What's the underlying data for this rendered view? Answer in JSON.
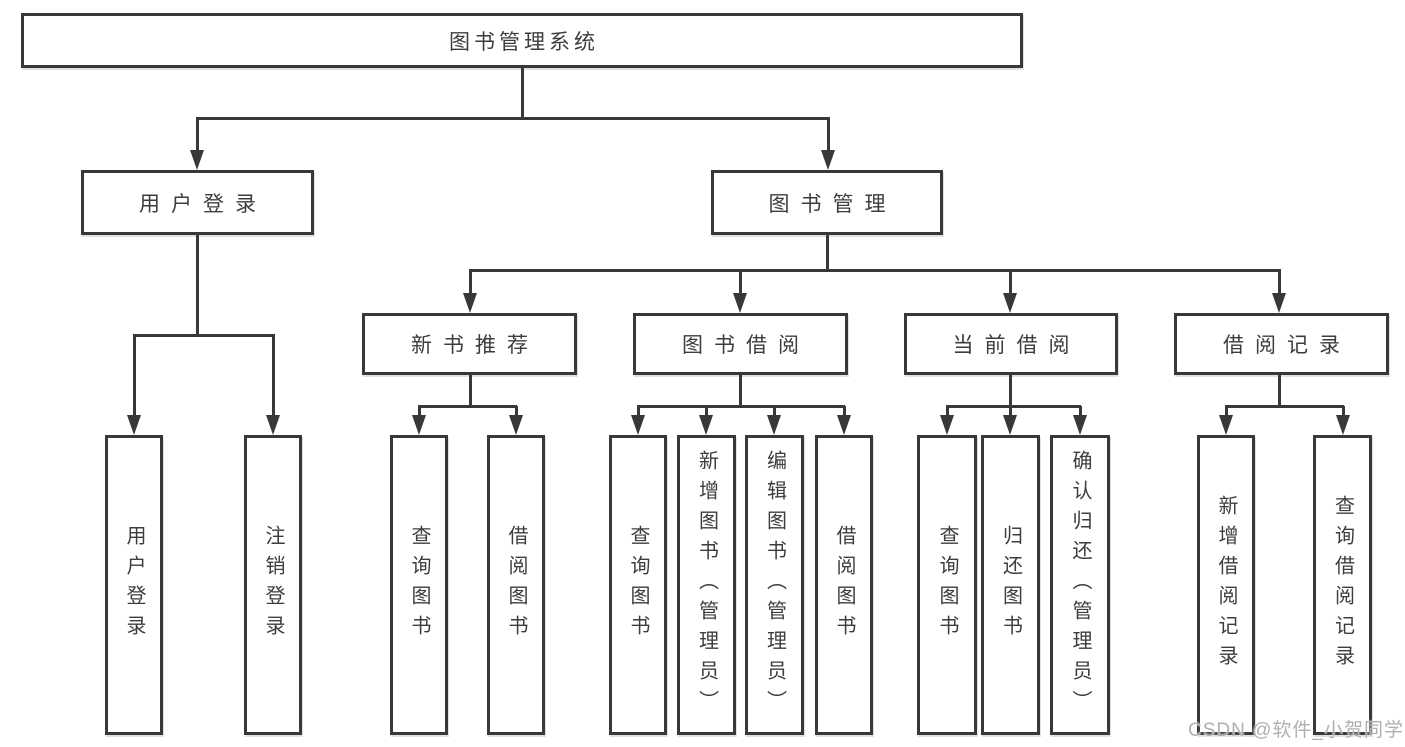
{
  "colors": {
    "stroke": "#383838",
    "text": "#3d3d3d",
    "box_fill": "#ffffff",
    "watermark": "#b0b0b0"
  },
  "diagram": {
    "root": {
      "label": "图书管理系统"
    },
    "level2": [
      {
        "label": "用户登录"
      },
      {
        "label": "图书管理"
      }
    ],
    "level3": [
      {
        "label": "新书推荐"
      },
      {
        "label": "图书借阅"
      },
      {
        "label": "当前借阅"
      },
      {
        "label": "借阅记录"
      }
    ],
    "leaves": {
      "user_login": [
        "用户登录",
        "注销登录"
      ],
      "new_book_rec": [
        "查询图书",
        "借阅图书"
      ],
      "book_borrow": [
        "查询图书",
        "新增图书（管理员）",
        "编辑图书（管理员）",
        "借阅图书"
      ],
      "current_borrow": [
        "查询图书",
        "归还图书",
        "确认归还（管理员）"
      ],
      "borrow_records": [
        "新增借阅记录",
        "查询借阅记录"
      ]
    }
  },
  "watermark": {
    "text": "CSDN @软件_小贺同学"
  }
}
